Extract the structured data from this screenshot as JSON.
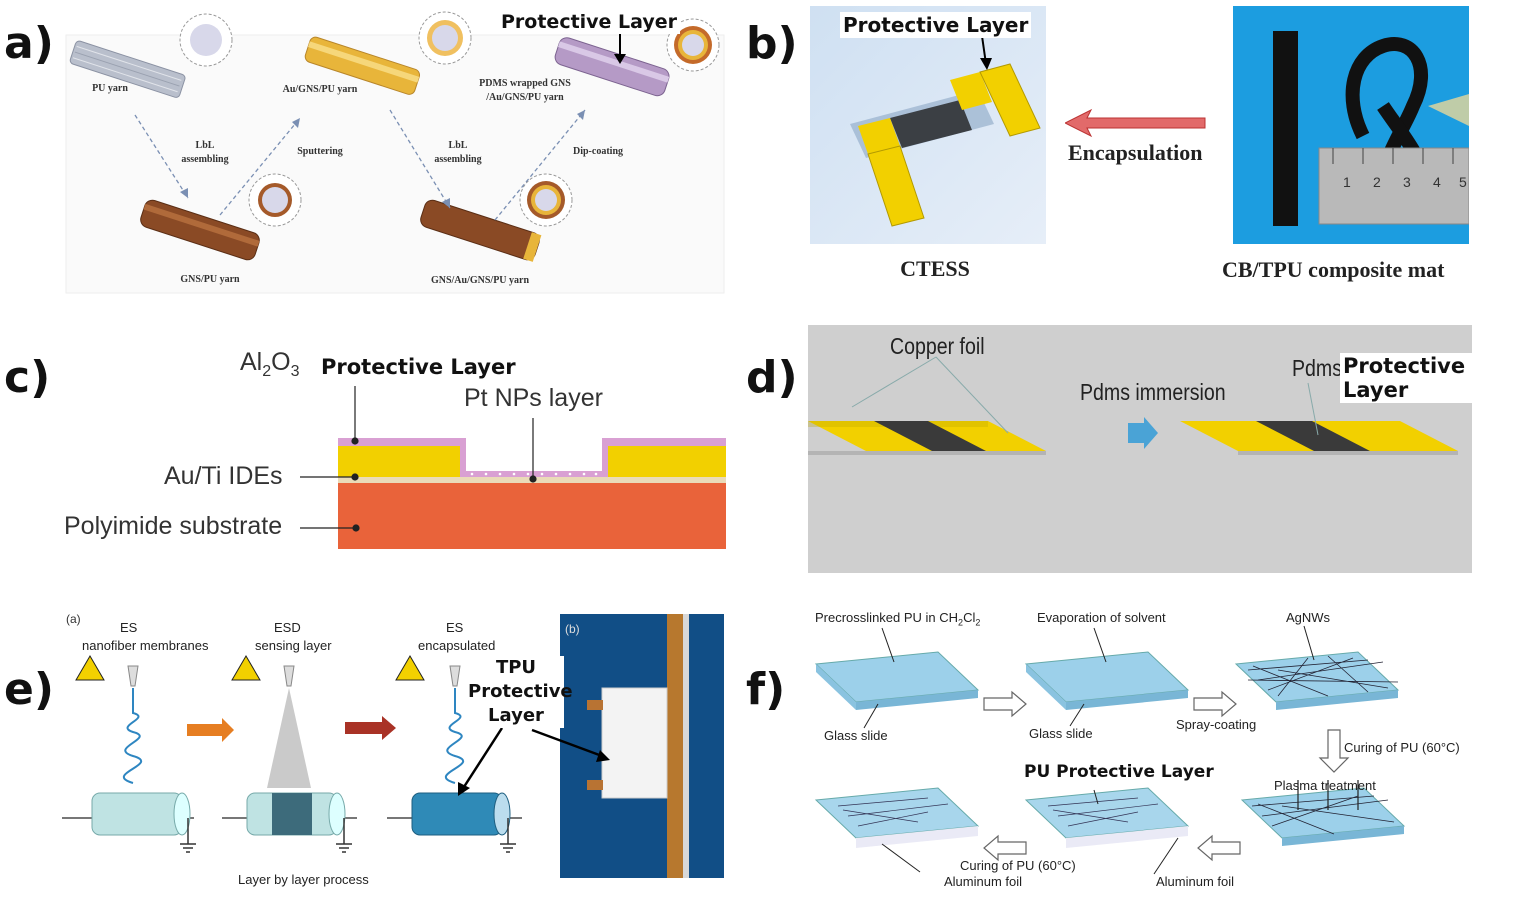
{
  "panels": {
    "a": {
      "letter": "a)",
      "protective_label": "Protective Layer",
      "yarns": {
        "pu": "PU yarn",
        "au_gns_pu": "Au/GNS/PU yarn",
        "pdms_line1": "PDMS wrapped GNS",
        "pdms_line2": "/Au/GNS/PU yarn",
        "gns_pu": "GNS/PU yarn",
        "gns_au_gns_pu": "GNS/Au/GNS/PU yarn"
      },
      "steps": {
        "lbl1_line1": "LbL",
        "lbl1_line2": "assembling",
        "sputtering": "Sputtering",
        "lbl2_line1": "LbL",
        "lbl2_line2": "assembling",
        "dip": "Dip-coating"
      }
    },
    "b": {
      "letter": "b)",
      "protective_label": "Protective Layer",
      "encapsulation": "Encapsulation",
      "ctess": "CTESS",
      "cb_tpu": "CB/TPU composite mat",
      "ruler_ticks": [
        "1",
        "2",
        "3",
        "4",
        "5"
      ]
    },
    "c": {
      "letter": "c)",
      "al2o3": "Al",
      "al2o3_sub1": "2",
      "al2o3_o": "O",
      "al2o3_sub2": "3",
      "protective_label": "Protective Layer",
      "pt": "Pt NPs layer",
      "auti": "Au/Ti IDEs",
      "polyimide": "Polyimide substrate"
    },
    "d": {
      "letter": "d)",
      "copper": "Copper foil",
      "immersion": "Pdms immersion",
      "pdms": "Pdms",
      "protective_label": "Protective Layer"
    },
    "e": {
      "letter": "e)",
      "sub_a": "(a)",
      "sub_b": "(b)",
      "es1_line1": "ES",
      "es1_line2": "nanofiber membranes",
      "esd_line1": "ESD",
      "esd_line2": "sensing layer",
      "es2_line1": "ES",
      "es2_line2": "encapsulated",
      "tpu_line1": "TPU",
      "tpu_line2": "Protective",
      "tpu_line3": "Layer",
      "layer_process": "Layer by layer process"
    },
    "f": {
      "letter": "f)",
      "precross": "Precrosslinked PU in CH",
      "precross_sub1": "2",
      "precross_cl": "Cl",
      "precross_sub2": "2",
      "evap": "Evaporation of solvent",
      "agnws": "AgNWs",
      "glass1": "Glass slide",
      "glass2": "Glass slide",
      "spray": "Spray-coating",
      "curing1": "Curing of PU (60°C)",
      "plasma": "Plasma treatment",
      "pu_protective": "PU Protective Layer",
      "curing2": "Curing of PU (60°C)",
      "al1": "Aluminum foil",
      "al2": "Aluminum foil"
    }
  },
  "colors": {
    "yellow": "#f2d000",
    "orange_substrate": "#e9633a",
    "pink_layer": "#d9a0d3",
    "blue_bg": "#1b9fe0",
    "gray_bg": "#cfcfcf",
    "arrow_red": "#c0392b",
    "glass_blue": "#9cd0ea"
  }
}
